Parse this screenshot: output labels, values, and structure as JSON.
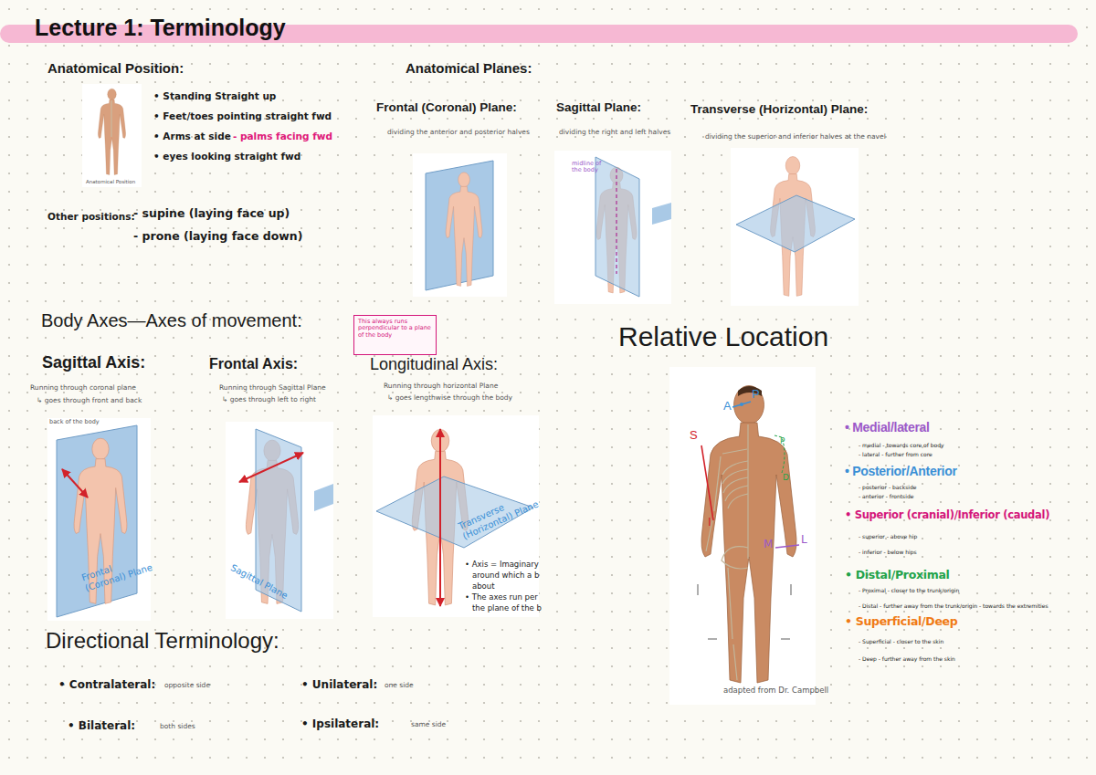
{
  "diagram": {
    "title": "Lecture 1: Terminology",
    "nodes": [
      {
        "text": [
          "This always runs perpendicular to a plane of the body"
        ]
      }
    ],
    "labels": [
      "Anatomical Position:",
      "• Standing Straight up",
      "• Feet/toes pointing straight fwd",
      "• Arms at side",
      "- palms facing fwd",
      "• eyes looking straight fwd",
      "Anatomical Position",
      "Other positions:",
      "- supine (laying face up)",
      "- prone (laying face down)",
      "Anatomical Planes:",
      "Frontal (Coronal) Plane:",
      "dividing the anterior and posterior halves",
      "Sagittal Plane:",
      "dividing the right and left halves",
      "Transverse (Horizontal) Plane:",
      "dividing the superior and inferior halves at the navel",
      "midline of the body",
      "Body Axes—Axes of movement:",
      "Sagittal Axis:",
      "Running through coronal plane",
      "↳ goes through front and back",
      "back of the body",
      "Frontal Axis:",
      "Running through Sagittal Plane",
      "↳ goes through left to right",
      "Longitudinal Axis:",
      "Running through horizontal Plane",
      "↳ goes lengthwise through the body",
      "Frontal (Coronal) Plane",
      "Sagittal Plane",
      "Transverse (Horizontal) Plane",
      "• Axis = Imaginary",
      "around which a b",
      "about",
      "• The axes run per",
      "the plane of the b",
      "Directional Terminology:",
      "• Contralateral:",
      "opposite side",
      "• Unilateral:",
      "one side",
      "• Bilateral:",
      "both sides",
      "• Ipsilateral:",
      "same side",
      "Relative Location",
      "S",
      "I",
      "A",
      "P",
      "P",
      "D",
      "M",
      "L",
      "adapted from Dr. Campbell",
      "• Medial/lateral",
      "- medial - towards core of body",
      "- lateral - further from core",
      "• Posterior/Anterior",
      "- posterior - backside",
      "- anterior - frontside",
      "• Superior (cranial)/Inferior (caudal)",
      "- superior - above hip",
      "- inferior - below hips",
      "• Distal/Proximal",
      "- Proximal - closer to the trunk/origin",
      "- Distal - further away from the trunk/origin - towards the extremities",
      "• Superficial/Deep",
      "- Superficial - closer to the skin",
      "- Deep - further away from the skin"
    ]
  }
}
